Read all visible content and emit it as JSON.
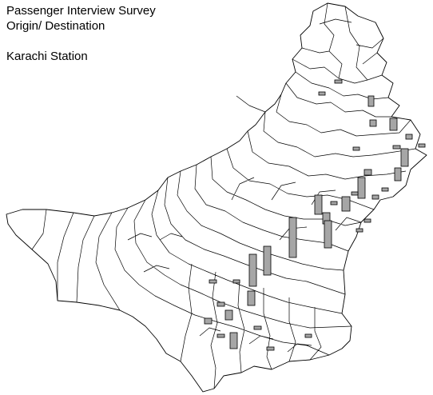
{
  "title_lines": [
    "Passenger Interview Survey",
    "Origin/ Destination"
  ],
  "station": "Karachi Station",
  "colors": {
    "outline": "#000000",
    "bar_fill": "#a6a6a6",
    "bar_stroke": "#000000",
    "background": "#ffffff"
  }
}
